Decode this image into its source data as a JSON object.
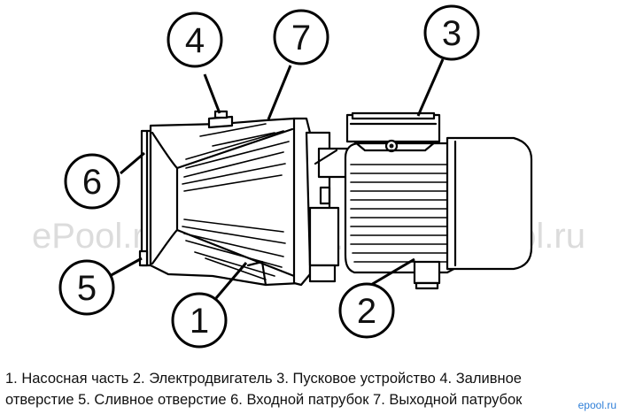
{
  "watermark": {
    "text": "ePool.ru",
    "corner_logo": "epool.ru"
  },
  "callouts": [
    {
      "number": "1"
    },
    {
      "number": "2"
    },
    {
      "number": "3"
    },
    {
      "number": "4"
    },
    {
      "number": "5"
    },
    {
      "number": "6"
    },
    {
      "number": "7"
    }
  ],
  "caption": {
    "line1": "1. Насосная часть  2. Электродвигатель  3. Пусковое устройство  4. Заливное",
    "line2": "отверстие  5. Сливное отверстие  6. Входной патрубок  7. Выходной патрубок"
  }
}
